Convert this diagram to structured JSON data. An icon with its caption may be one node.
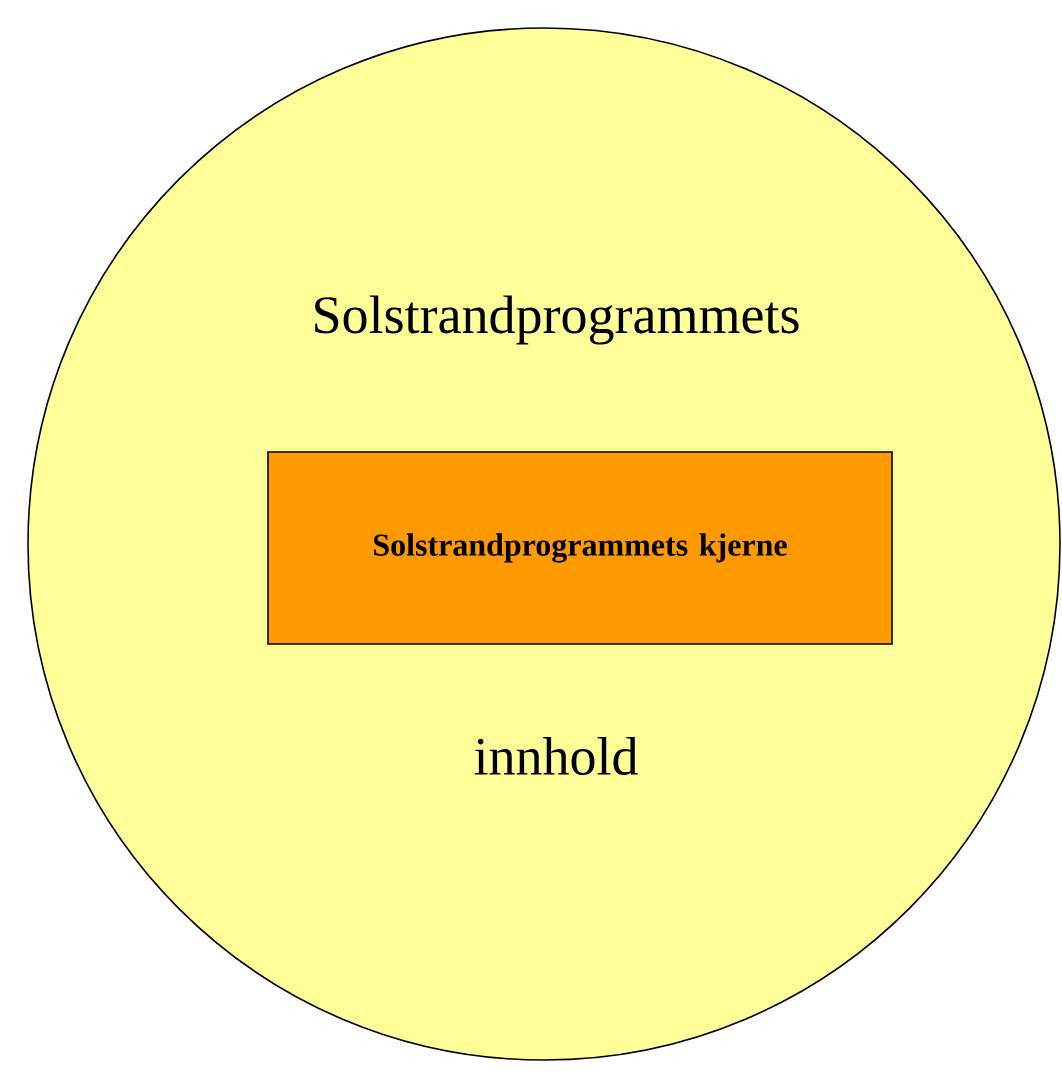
{
  "diagram": {
    "nodes": [
      {
        "text": [
          "Solstrandprogrammets",
          "innhold"
        ]
      },
      {
        "text": [
          "Solstrandprogrammets kjerne"
        ],
        "in": 0
      }
    ]
  }
}
